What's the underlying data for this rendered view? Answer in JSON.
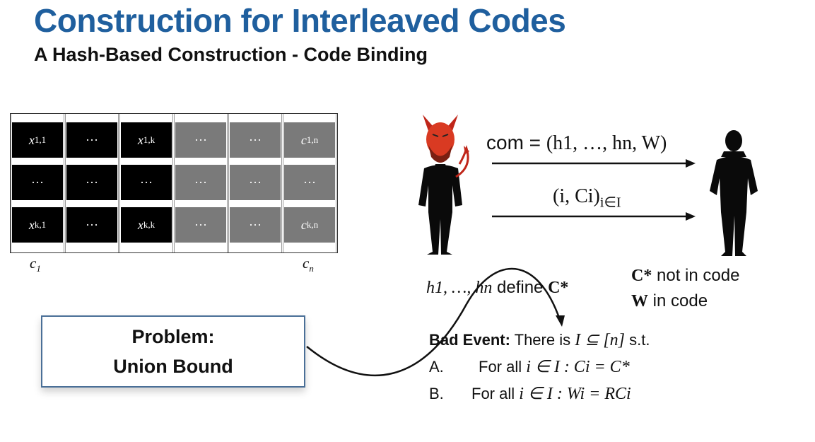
{
  "header": {
    "title": "Construction for Interleaved Codes",
    "subtitle": "A Hash-Based Construction - Code Binding"
  },
  "matrix": {
    "rows": [
      [
        "x1,1",
        "...",
        "x1,k",
        "...",
        "...",
        "c1,n"
      ],
      [
        "...",
        "...",
        "...",
        "...",
        "...",
        "..."
      ],
      [
        "xk,1",
        "...",
        "xk,k",
        "...",
        "...",
        "ck,n"
      ]
    ],
    "column_labels": {
      "first": "c1",
      "last": "cn"
    },
    "colors": {
      "message_cells": "#000000",
      "parity_cells": "#7a7a7a"
    }
  },
  "protocol": {
    "prover_icon": "devil-person-icon",
    "verifier_icon": "person-silhouette-icon",
    "message1": {
      "prefix": "com = ",
      "body": "(h1, …, hn, W)"
    },
    "message2": {
      "body": "(i, Ci)",
      "subscript": "i∈I"
    },
    "notes": {
      "cstar": "C*",
      "cstar_text": " not in code",
      "w": "W",
      "w_text": " in code"
    }
  },
  "define_text": {
    "hashes": "h1, …, hn",
    "text": " define ",
    "cstar": "C*"
  },
  "problem_box": {
    "line1": "Problem:",
    "line2": "Union Bound"
  },
  "bad_event": {
    "label": "Bad Event:",
    "intro": " There is ",
    "intro_math": "I ⊆ [n]",
    "intro_end": " s.t.",
    "items": [
      {
        "marker": "A.",
        "text": "For all ",
        "math": "i ∈ I : Ci = C*"
      },
      {
        "marker": "B.",
        "text": "For all ",
        "math": "i ∈ I : Wi = RCi"
      }
    ]
  }
}
